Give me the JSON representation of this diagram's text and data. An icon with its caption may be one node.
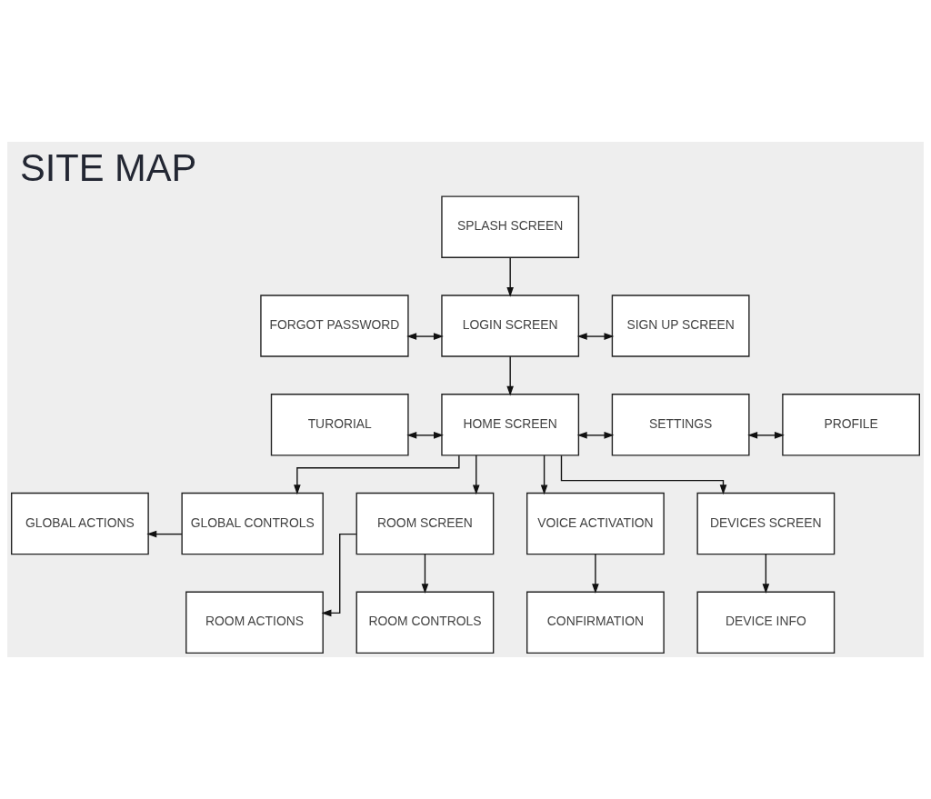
{
  "diagram": {
    "title": "SITE MAP",
    "nodes": [
      {
        "text": [
          "SPLASH SCREEN"
        ]
      },
      {
        "text": [
          "FORGOT PASSWORD"
        ]
      },
      {
        "text": [
          "LOGIN SCREEN"
        ]
      },
      {
        "text": [
          "SIGN UP SCREEN"
        ]
      },
      {
        "text": [
          "TURORIAL"
        ]
      },
      {
        "text": [
          "HOME SCREEN"
        ]
      },
      {
        "text": [
          "SETTINGS"
        ]
      },
      {
        "text": [
          "PROFILE"
        ]
      },
      {
        "text": [
          "GLOBAL ACTIONS"
        ]
      },
      {
        "text": [
          "GLOBAL CONTROLS"
        ]
      },
      {
        "text": [
          "ROOM SCREEN"
        ]
      },
      {
        "text": [
          "VOICE ACTIVATION"
        ]
      },
      {
        "text": [
          "DEVICES SCREEN"
        ]
      },
      {
        "text": [
          "ROOM ACTIONS"
        ]
      },
      {
        "text": [
          "ROOM CONTROLS"
        ]
      },
      {
        "text": [
          "CONFIRMATION"
        ]
      },
      {
        "text": [
          "DEVICE INFO"
        ]
      }
    ],
    "edges": [
      {
        "from": 0,
        "to": 2,
        "arrow": "to"
      },
      {
        "from": 2,
        "to": 1,
        "arrow": "both"
      },
      {
        "from": 2,
        "to": 3,
        "arrow": "both"
      },
      {
        "from": 2,
        "to": 5,
        "arrow": "to"
      },
      {
        "from": 5,
        "to": 4,
        "arrow": "both"
      },
      {
        "from": 5,
        "to": 6,
        "arrow": "both"
      },
      {
        "from": 6,
        "to": 7,
        "arrow": "both"
      },
      {
        "from": 5,
        "to": 9,
        "arrow": "to"
      },
      {
        "from": 5,
        "to": 10,
        "arrow": "to"
      },
      {
        "from": 5,
        "to": 11,
        "arrow": "to"
      },
      {
        "from": 5,
        "to": 12,
        "arrow": "to"
      },
      {
        "from": 9,
        "to": 8,
        "arrow": "to"
      },
      {
        "from": 10,
        "to": 13,
        "arrow": "to"
      },
      {
        "from": 10,
        "to": 14,
        "arrow": "to"
      },
      {
        "from": 11,
        "to": 15,
        "arrow": "to"
      },
      {
        "from": 12,
        "to": 16,
        "arrow": "to"
      }
    ]
  }
}
